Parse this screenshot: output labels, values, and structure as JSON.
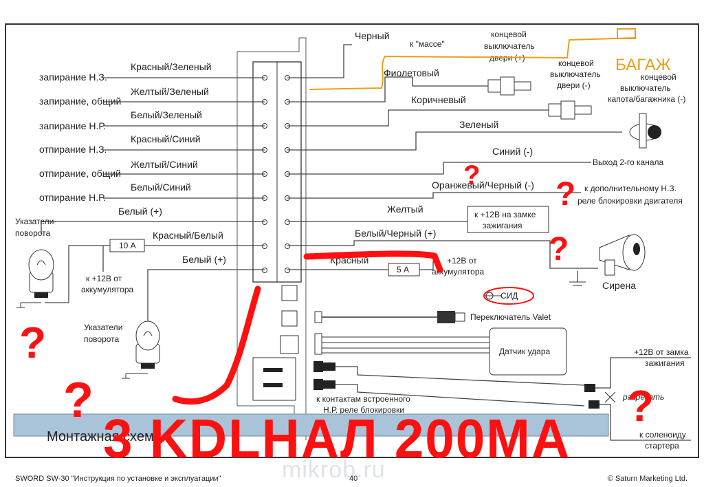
{
  "left_labels": [
    "запирание Н.З.",
    "запирание, общий",
    "запирание Н.Р.",
    "отпирание Н.З.",
    "отпирание, общий",
    "отпирание Н.Р."
  ],
  "wire_left": [
    "Красный/Зеленый",
    "Желтый/Зеленый",
    "Белый/Зеленый",
    "Красный/Синий",
    "Желтый/Синий",
    "Белый/Синий",
    "Белый (+)",
    "Красный/Белый",
    "Белый (+)"
  ],
  "wire_right": [
    "Черный",
    "Фиолетовый",
    "Коричневый",
    "Зеленый",
    "Синий (-)",
    "Оранжевый/Черный (-)",
    "Желтый",
    "Белый/Черный (+)",
    "Красный"
  ],
  "ground_label": "к \"массе\"",
  "door_switch_plus": [
    "концевой",
    "выключатель",
    "двери (+)"
  ],
  "door_switch_minus": [
    "концевой",
    "выключатель",
    "двери (-)"
  ],
  "hood_switch": [
    "концевой",
    "выключатель",
    "капота/багажника (-)"
  ],
  "channel2": "Выход 2-го канала",
  "relay_nc": [
    "к дополнительному Н.З.",
    "реле блокировки двигателя"
  ],
  "ignition_box": [
    "к +12В на замке",
    "зажигания"
  ],
  "battery_plus_right": [
    "+12В от",
    "аккумулятора"
  ],
  "fuse_5a": "5 А",
  "fuse_10a": "10 А",
  "battery_plus_left": [
    "к +12В от",
    "аккумулятора"
  ],
  "turn_signals": [
    "Указатели",
    "поворота"
  ],
  "siren": "Сирена",
  "led": "СИД",
  "valet": "Переключатель Valet",
  "shock_sensor": "Датчик удара",
  "no_relay": [
    "к контактам встроенного",
    "Н.Р. реле блокировки"
  ],
  "ignition_plus": [
    "+12В от замка",
    "зажигания"
  ],
  "cut": "разрезать",
  "starter": [
    "к соленоиду",
    "стартера"
  ],
  "section_title": "Монтажная схема",
  "footer_left": "SWORD SW-30 \"Инструкция по установке и эксплуатации\"",
  "footer_page": "40",
  "footer_right": "© Saturn Marketing Ltd.",
  "watermark": "mikrob.ru",
  "scribble_top": "БАГАЖ",
  "scribble_bottom": "3 KDLHAЛ 200MA",
  "question_mark": "?"
}
